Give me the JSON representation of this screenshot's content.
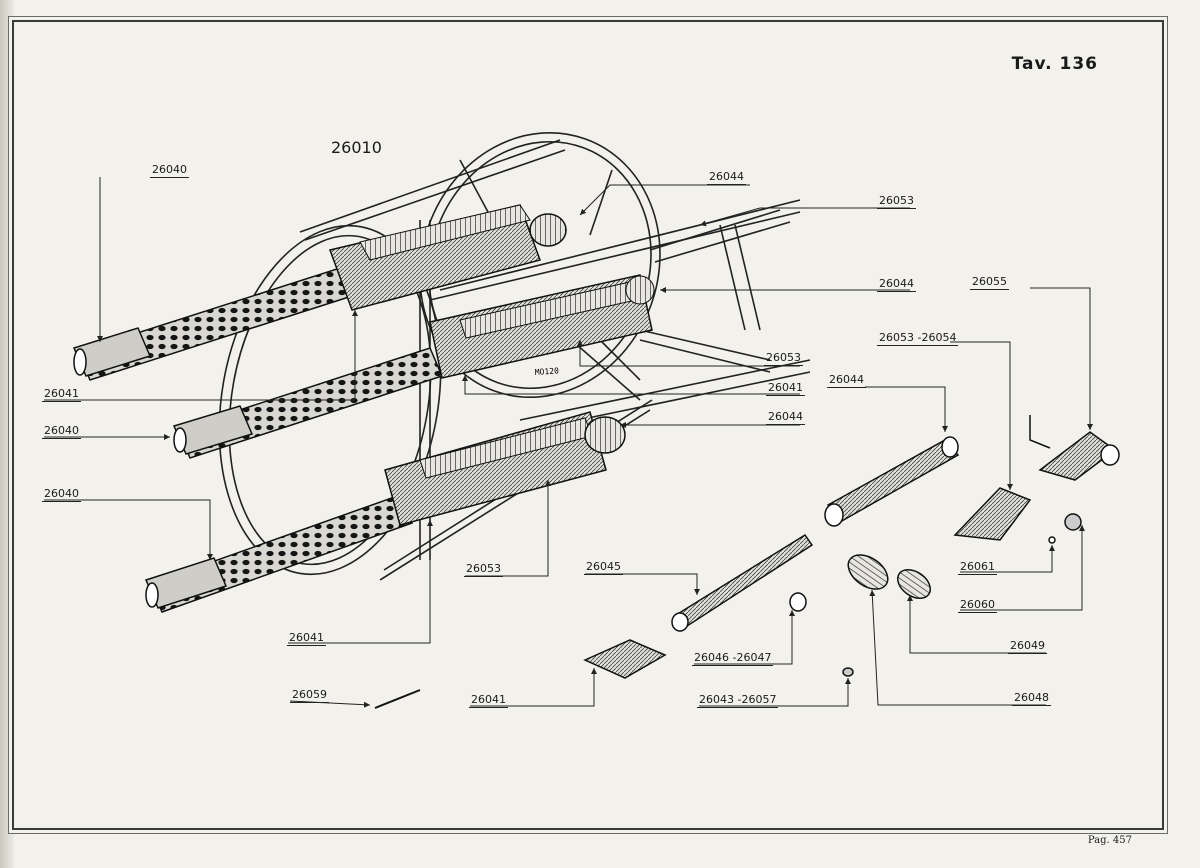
{
  "plate_label": "Tav. 136",
  "page_label": "Pag. 457",
  "assembly_code": "26010",
  "gun_marking": "MO120",
  "callouts": {
    "c1": "26040",
    "c2": "26044",
    "c3": "26053",
    "c4": "26044",
    "c5": "26055",
    "c6": "26053 -26054",
    "c7": "26053",
    "c8": "26041",
    "c9": "26044",
    "c10": "26041",
    "c11": "26040",
    "c12": "26044",
    "c13": "26040",
    "c14": "26061",
    "c15": "26060",
    "c16": "26045",
    "c17": "26053",
    "c18": "26041",
    "c19": "26046 -26047",
    "c20": "26049",
    "c21": "26059",
    "c22": "26041",
    "c23": "26043 -26057",
    "c24": "26048"
  }
}
